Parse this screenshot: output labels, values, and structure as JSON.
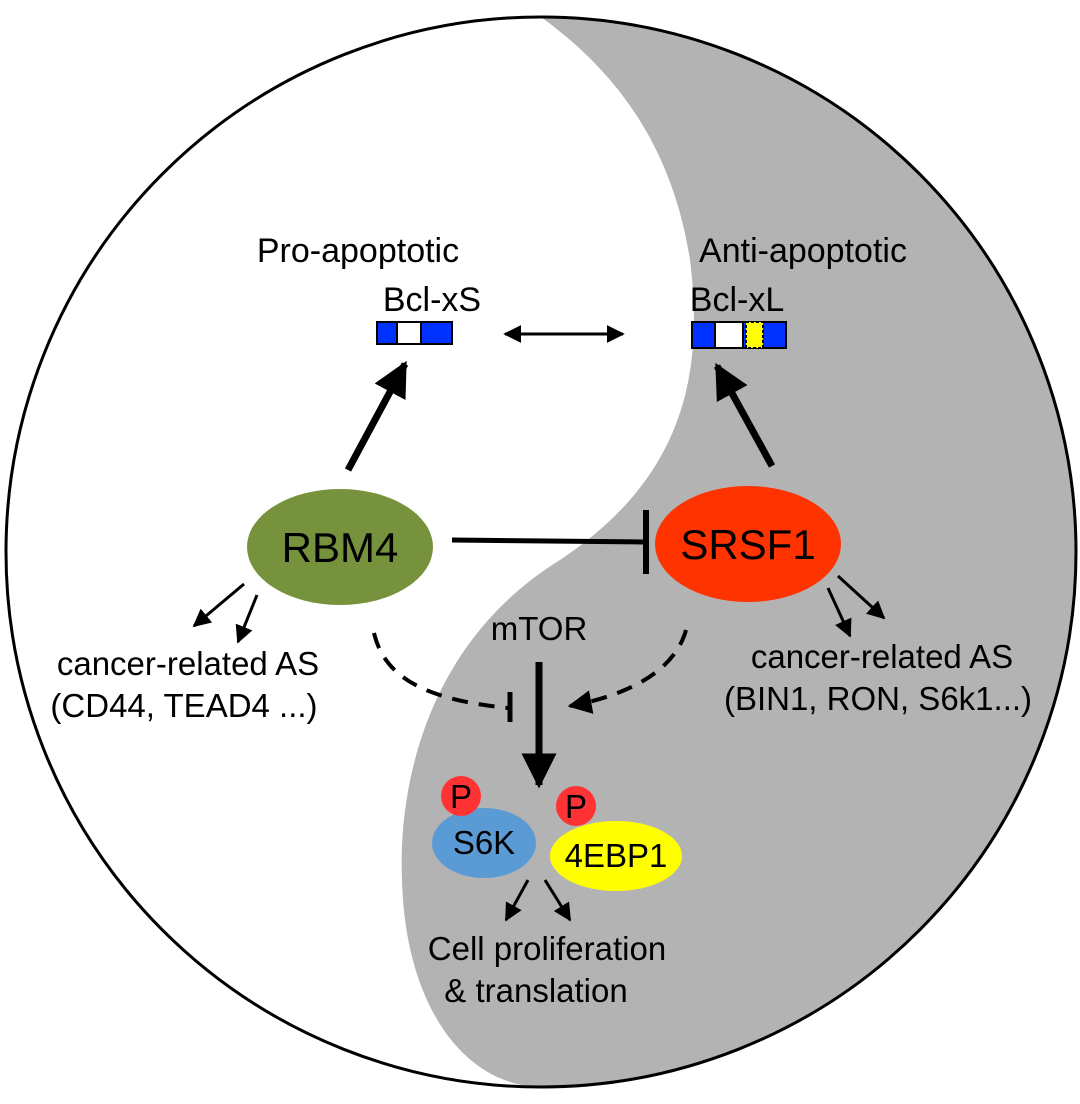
{
  "colors": {
    "background": "#ffffff",
    "yang_gray": "#b3b3b3",
    "outline": "#000000",
    "rbm4": "#76923c",
    "srsf1": "#ff3300",
    "s6k": "#5b9bd5",
    "ebp1": "#ffff00",
    "phospho": "#ff3333",
    "exon_blue": "#0033ff",
    "exon_yellow": "#ffff00"
  },
  "labels": {
    "pro_apoptotic": "Pro-apoptotic",
    "bcl_xs": "Bcl-xS",
    "anti_apoptotic": "Anti-apoptotic",
    "bcl_xl": "Bcl-xL",
    "rbm4": "RBM4",
    "srsf1": "SRSF1",
    "mtor": "mTOR",
    "cancer_as_left_1": "cancer-related AS",
    "cancer_as_left_2": "(CD44, TEAD4 ...)",
    "cancer_as_right_1": "cancer-related AS",
    "cancer_as_right_2": "(BIN1, RON, S6k1...)",
    "p_left": "P",
    "p_right": "P",
    "s6k": "S6K",
    "ebp1": "4EBP1",
    "outcome_1": "Cell proliferation",
    "outcome_2": "& translation"
  }
}
